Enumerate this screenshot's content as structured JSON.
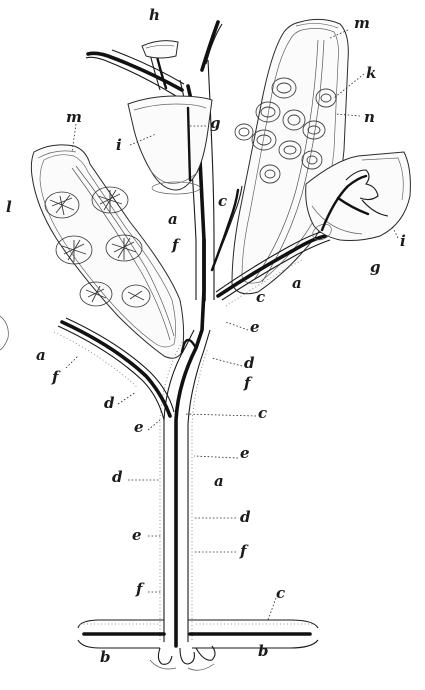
{
  "figure": {
    "labels": {
      "h": "h",
      "g_top": "g",
      "i_left": "i",
      "m_top_right": "m",
      "k": "k",
      "n": "n",
      "m_left": "m",
      "l": "l",
      "a_upper": "a",
      "c_upper": "c",
      "f_upper": "f",
      "i_right": "i",
      "g_right": "g",
      "a_right": "a",
      "c_right": "c",
      "e_mid": "e",
      "d_mid": "d",
      "a_left_branch": "a",
      "f_left_branch": "f",
      "d_left_branch": "d",
      "f_mid": "f",
      "c_mid": "c",
      "e_left": "e",
      "e_mid2": "e",
      "d_lower_left": "d",
      "a_lower": "a",
      "d_lower_right": "d",
      "e_lower_left": "e",
      "f_lower_right": "f",
      "f_bottom_left": "f",
      "c_bottom_right": "c",
      "b_left": "b",
      "b_right": "b"
    }
  }
}
